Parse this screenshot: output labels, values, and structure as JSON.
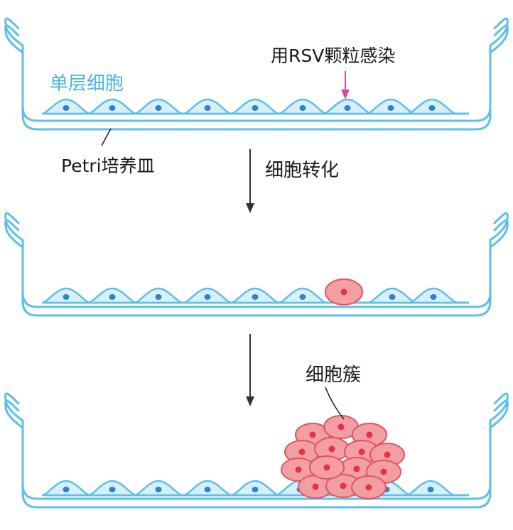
{
  "labels": {
    "monolayer": "单层细胞",
    "infection_prefix": "用",
    "infection_virus": "RSV",
    "infection_suffix": "颗粒感染",
    "dish_prefix": "Petri",
    "dish_suffix": "培养皿",
    "transformation": "细胞转化",
    "cluster": "细胞簇"
  },
  "colors": {
    "dish_outline": "#5bc0ea",
    "normal_cell_fill": "#d8eff8",
    "normal_cell_outline": "#5bc0ea",
    "normal_nucleus": "#2b86c8",
    "transformed_cell_fill": "#f29ea4",
    "transformed_cell_outline": "#e0555f",
    "transformed_nucleus": "#e8323e",
    "infection_arrow": "#e0479a",
    "flow_arrow": "#333333",
    "text_dark": "#1a1a1a",
    "text_blue": "#4bb3e0"
  },
  "stages": [
    {
      "id": "stage-1",
      "normal_cells": 9,
      "transformed_cells": 0
    },
    {
      "id": "stage-2",
      "normal_cells": 8,
      "transformed_cells": 1
    },
    {
      "id": "stage-3",
      "normal_cells": 9,
      "transformed_cells": 15
    }
  ]
}
